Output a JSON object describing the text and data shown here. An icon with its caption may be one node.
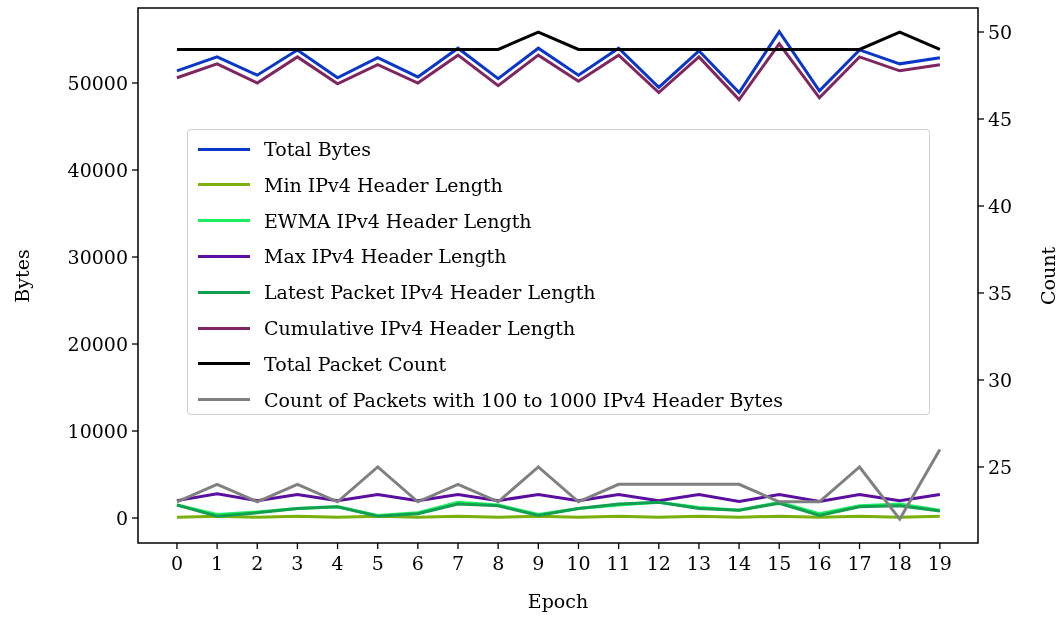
{
  "diagram": {
    "chart_data": {
      "type": "line",
      "xlabel": "Epoch",
      "ylabel": "Bytes",
      "y2label": "Count",
      "legend": "center",
      "x": [
        0,
        1,
        2,
        3,
        4,
        5,
        6,
        7,
        8,
        9,
        10,
        11,
        12,
        13,
        14,
        15,
        16,
        17,
        18,
        19
      ],
      "xlim": [
        -0.97,
        19.95
      ],
      "ylim": [
        -2870,
        58620
      ],
      "y2lim": [
        20.63,
        51.38
      ],
      "xticks": [
        0,
        1,
        2,
        3,
        4,
        5,
        6,
        7,
        8,
        9,
        10,
        11,
        12,
        13,
        14,
        15,
        16,
        17,
        18,
        19
      ],
      "yticks": [
        0,
        10000,
        20000,
        30000,
        40000,
        50000
      ],
      "y2ticks": [
        25,
        30,
        35,
        40,
        45,
        50
      ],
      "series": [
        {
          "name": "Total Bytes",
          "color": "#0a37c8",
          "values": [
            51400,
            53000,
            50900,
            53800,
            50600,
            52900,
            50700,
            54000,
            50500,
            54000,
            50900,
            54000,
            49500,
            53700,
            48900,
            55900,
            49100,
            53800,
            52200,
            52900
          ]
        },
        {
          "name": "Min IPv4 Header Length",
          "color": "#7cb00f",
          "values": [
            100,
            200,
            100,
            200,
            100,
            200,
            100,
            200,
            100,
            200,
            100,
            200,
            100,
            200,
            100,
            200,
            100,
            200,
            100,
            200
          ]
        },
        {
          "name": "EWMA IPv4 Header Length",
          "color": "#18f060",
          "values": [
            1500,
            400,
            700,
            1100,
            1300,
            300,
            600,
            1800,
            1500,
            400,
            1100,
            1500,
            1800,
            1200,
            900,
            1800,
            500,
            1400,
            1600,
            900
          ]
        },
        {
          "name": "Max IPv4 Header Length",
          "color": "#5a0fa0",
          "values": [
            2000,
            2800,
            2000,
            2700,
            2000,
            2700,
            2000,
            2700,
            2000,
            2700,
            2000,
            2700,
            2000,
            2700,
            1900,
            2700,
            1900,
            2700,
            2000,
            2700
          ]
        },
        {
          "name": "Latest Packet IPv4 Header Length",
          "color": "#12a050",
          "values": [
            1500,
            200,
            600,
            1100,
            1300,
            200,
            500,
            1600,
            1400,
            300,
            1100,
            1600,
            1800,
            1100,
            900,
            1700,
            300,
            1300,
            1400,
            800
          ]
        },
        {
          "name": "Cumulative IPv4 Header Length",
          "color": "#7f2560",
          "values": [
            50600,
            52200,
            50000,
            53000,
            49900,
            52100,
            50000,
            53200,
            49700,
            53200,
            50200,
            53200,
            48900,
            53000,
            48100,
            54500,
            48300,
            53000,
            51400,
            52100
          ]
        },
        {
          "name": "Total Packet Count",
          "color": "#000000",
          "axis": "y2",
          "values": [
            49,
            49,
            49,
            49,
            49,
            49,
            49,
            49,
            49,
            50,
            49,
            49,
            49,
            49,
            49,
            49,
            49,
            49,
            50,
            49
          ]
        },
        {
          "name": "Count of Packets with 100 to 1000 IPv4 Header Bytes",
          "color": "#808080",
          "axis": "y2",
          "values": [
            23,
            24,
            23,
            24,
            23,
            25,
            23,
            24,
            23,
            25,
            23,
            24,
            24,
            24,
            24,
            23,
            23,
            25,
            22,
            26
          ]
        }
      ]
    }
  }
}
